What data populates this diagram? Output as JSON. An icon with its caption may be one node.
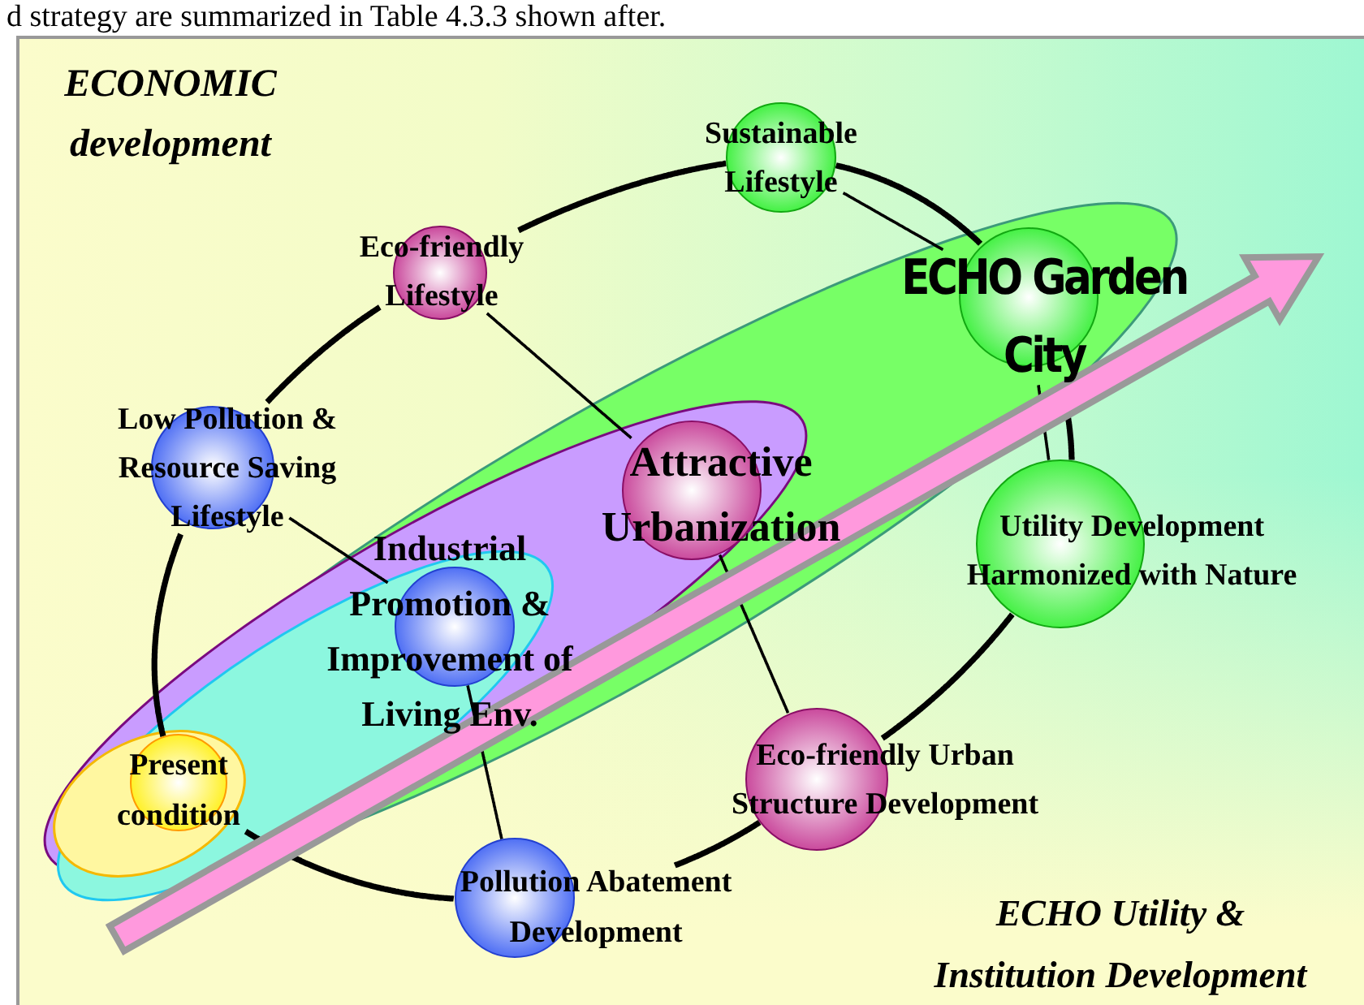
{
  "diagram": {
    "nodes": [
      {
        "text": [
          "Sustainable Lifestyle"
        ]
      },
      {
        "text": [
          "Eco-friendly Lifestyle"
        ]
      },
      {
        "text": [
          "ECHO Garden City"
        ]
      },
      {
        "text": [
          "Low Pollution & Resource Saving Lifestyle"
        ]
      },
      {
        "text": [
          "Attractive Urbanization"
        ]
      },
      {
        "text": [
          "Industrial Promotion & Improvement of Living Env."
        ]
      },
      {
        "text": [
          "Utility Development Harmonized with Nature"
        ]
      },
      {
        "text": [
          "Present condition"
        ]
      },
      {
        "text": [
          "Eco-friendly Urban Structure Development"
        ]
      },
      {
        "text": [
          "Pollution Abatement Development"
        ]
      }
    ],
    "edges": [
      {
        "from": 0,
        "to": 1,
        "arrow": "none"
      },
      {
        "from": 1,
        "to": 3,
        "arrow": "none"
      },
      {
        "from": 3,
        "to": 7,
        "arrow": "none"
      },
      {
        "from": 7,
        "to": 9,
        "arrow": "none"
      },
      {
        "from": 9,
        "to": 8,
        "arrow": "none"
      },
      {
        "from": 8,
        "to": 6,
        "arrow": "none"
      },
      {
        "from": 6,
        "to": 2,
        "arrow": "none"
      },
      {
        "from": 2,
        "to": 0,
        "arrow": "none"
      },
      {
        "from": 0,
        "to": 2,
        "arrow": "none"
      },
      {
        "from": 2,
        "to": 6,
        "arrow": "none"
      },
      {
        "from": 1,
        "to": 4,
        "arrow": "none"
      },
      {
        "from": 4,
        "to": 8,
        "arrow": "none"
      },
      {
        "from": 3,
        "to": 5,
        "arrow": "none"
      },
      {
        "from": 5,
        "to": 9,
        "arrow": "none"
      }
    ],
    "labels": [
      "d strategy are summarized in Table 4.3.3 shown after.",
      "ECONOMIC development",
      "ECHO Utility & Institution Development"
    ]
  }
}
